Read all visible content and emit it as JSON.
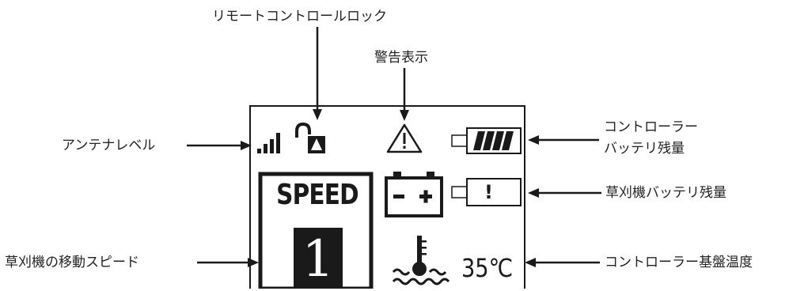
{
  "labels": {
    "remote_lock": "リモートコントロールロック",
    "warning": "警告表示",
    "antenna": "アンテナレベル",
    "controller_battery_line1": "コントローラー",
    "controller_battery_line2": "バッテリ残量",
    "mower_battery": "草刈機バッテリ残量",
    "mower_speed": "草刈機の移動スピード",
    "controller_temp": "コントローラー基盤温度"
  },
  "display": {
    "speed_title": "SPEED",
    "speed_value": "1",
    "temperature": "35℃",
    "battery_alert": "!"
  },
  "icons": {
    "antenna": "signal-bars-icon",
    "lock": "unlocked-padlock-icon",
    "warning": "warning-triangle-icon",
    "controller_battery": "full-battery-icon",
    "mower_battery": "empty-battery-icon",
    "car_battery": "car-battery-icon",
    "thermometer": "thermometer-water-icon"
  },
  "colors": {
    "ink": "#1a1a1a",
    "background": "#ffffff"
  }
}
